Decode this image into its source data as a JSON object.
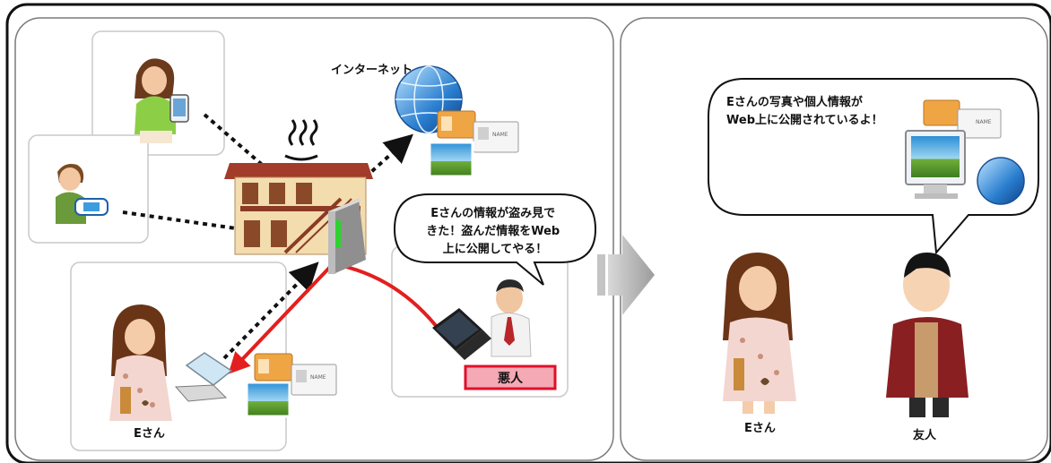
{
  "labels": {
    "internet": "インターネット",
    "victim_name": "Eさん",
    "bad_person": "悪人",
    "friend": "友人"
  },
  "speech": {
    "attacker_lines": [
      "Eさんの情報が盗み見で",
      "きた！盗んだ情報をWeb",
      "上に公開してやる！"
    ],
    "friend_lines": [
      "Eさんの写真や個人情報が",
      "Web上に公開されているよ！"
    ]
  },
  "card_text": {
    "name": "NAME"
  },
  "colors": {
    "attack_line": "#e41e1e",
    "dotted_line": "#111111",
    "bad_label_bg": "#f4a9b4",
    "bad_label_border": "#e0102a"
  }
}
